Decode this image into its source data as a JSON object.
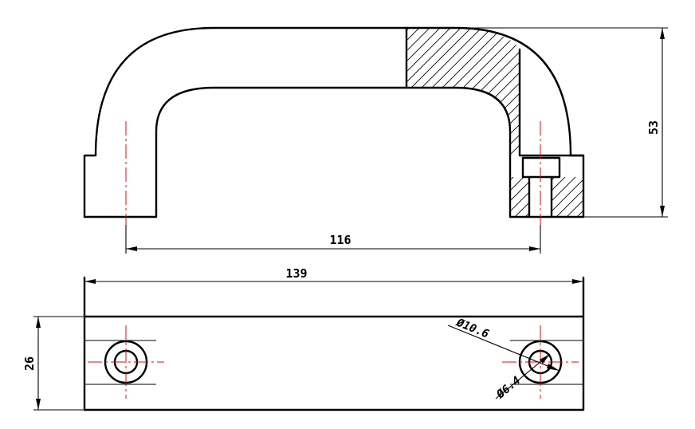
{
  "dimensions": {
    "center_distance": "116",
    "height": "53",
    "overall_length": "139",
    "width": "26",
    "counterbore_diameter": "Ø10.6",
    "hole_diameter": "Ø6.4"
  }
}
